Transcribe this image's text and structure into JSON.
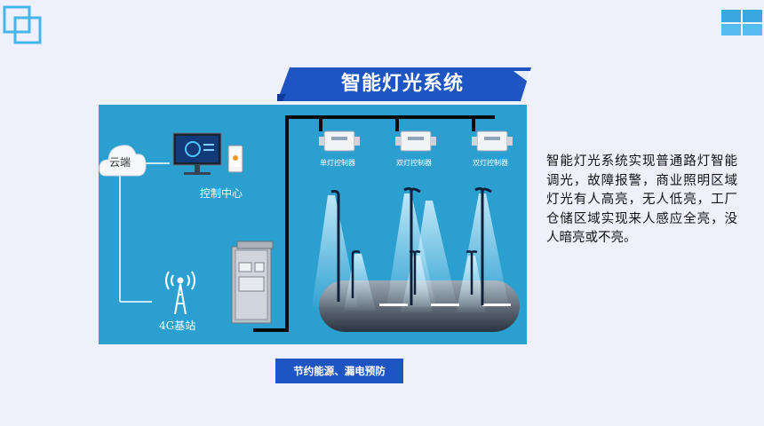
{
  "title": "智能灯光系统",
  "diagram": {
    "cloud_label": "云端",
    "control_center_label": "控制中心",
    "base_station_label": "4G基站",
    "controllers": [
      {
        "label": "单灯控制器"
      },
      {
        "label": "双灯控制器"
      },
      {
        "label": "双灯控制器"
      }
    ]
  },
  "description": "智能灯光系统实现普通路灯智能调光，故障报警，商业照明区域灯光有人高亮，无人低亮，工厂仓储区域实现来人感应全亮，没人暗亮或不亮。",
  "bottom_button": "节约能源、漏电预防",
  "colors": {
    "accent_blue": "#1f55c2",
    "diagram_bg": "#2b9fd0",
    "page_bg": "#eef1fb"
  }
}
